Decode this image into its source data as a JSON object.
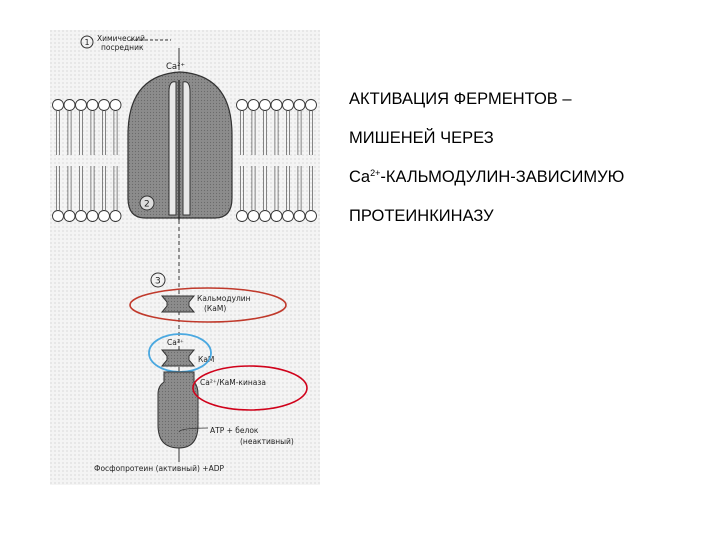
{
  "figure": {
    "steps": [
      "1",
      "2",
      "3"
    ],
    "messenger_label_l1": "Химический",
    "messenger_label_l2": "посредник",
    "ca_channel": "Ca²⁺",
    "calmodulin_l1": "Кальмодулин",
    "calmodulin_l2": "(КаМ)",
    "ca_bound": "Ca²⁺",
    "kam_short": "КаМ",
    "kinase_label": "Ca²⁺/КаМ-киназа",
    "atp_l1": "АТР + белок",
    "atp_l2": "(неактивный)",
    "phospho_label": "Фосфопротеин (активный) +ADP",
    "highlight_colors": {
      "calmodulin": "#c0392b",
      "calcium": "#4aa8e0",
      "kinase": "#d0021b"
    }
  },
  "title": {
    "line1": "АКТИВАЦИЯ ФЕРМЕНТОВ –",
    "line2": "МИШЕНЕЙ ЧЕРЕЗ",
    "line3_prefix": "Ca",
    "line3_sup": "2+",
    "line3_rest": "-КАЛЬМОДУЛИН-ЗАВИСИМУЮ",
    "line4": "ПРОТЕИНКИНАЗУ"
  }
}
